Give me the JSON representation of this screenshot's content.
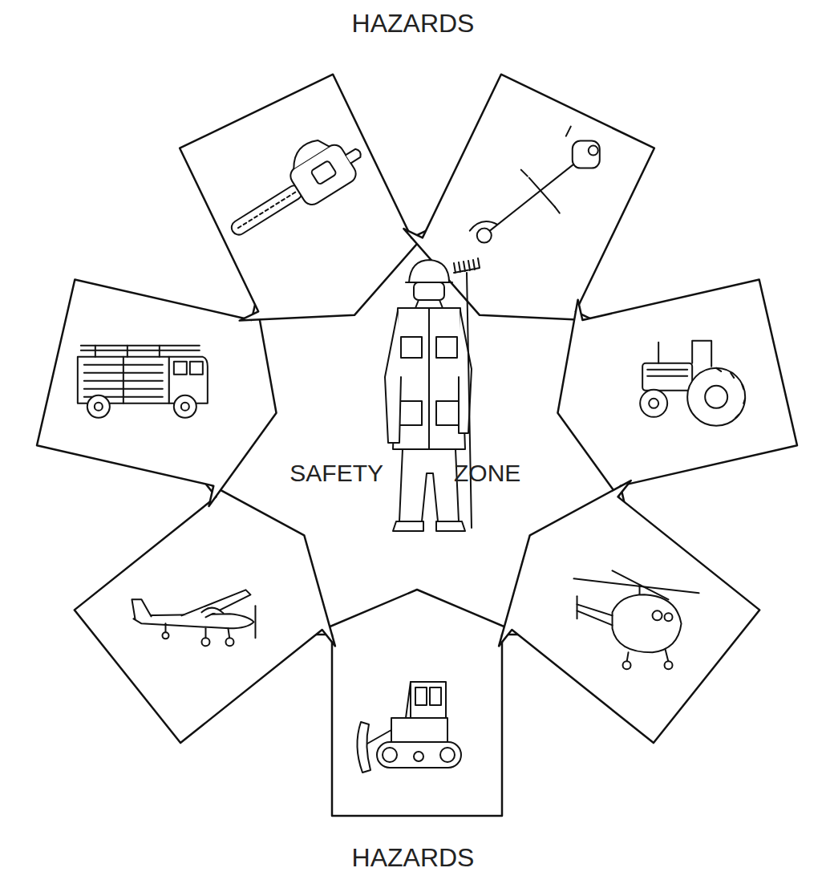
{
  "diagram": {
    "labels": [
      "HAZARDS",
      "SAFETY",
      "ZONE",
      "HAZARDS"
    ]
  }
}
